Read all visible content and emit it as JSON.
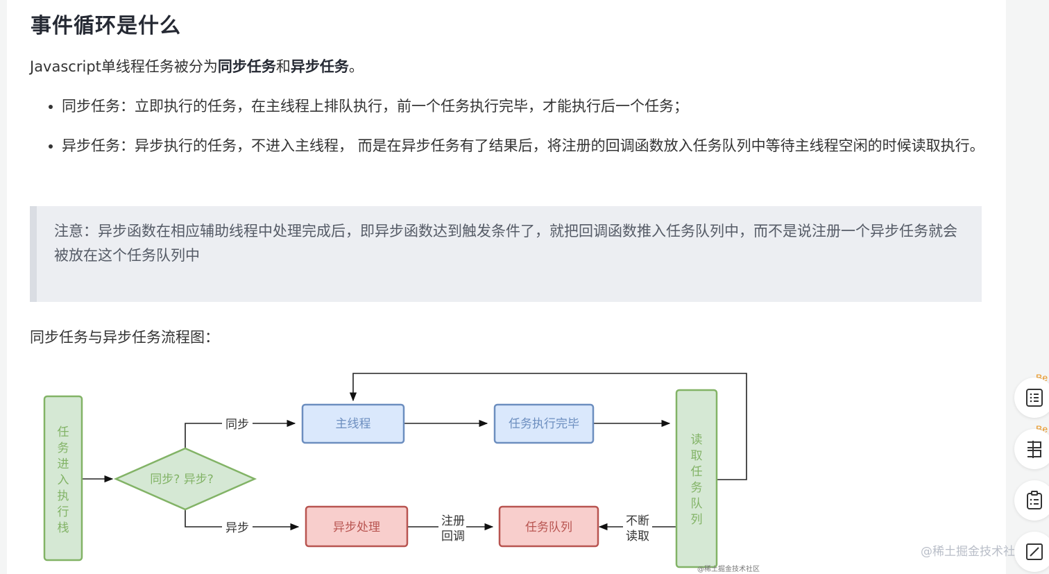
{
  "article": {
    "heading": "事件循环是什么",
    "intro": {
      "prefix": "Javascript单线程任务被分为",
      "bold1": "同步任务",
      "middle": "和",
      "bold2": "异步任务",
      "suffix": "。"
    },
    "bullets": [
      "同步任务：立即执行的任务，在主线程上排队执行，前一个任务执行完毕，才能执行后一个任务；",
      "异步任务：异步执行的任务，不进入主线程， 而是在异步任务有了结果后，将注册的回调函数放入任务队列中等待主线程空闲的时候读取执行。"
    ],
    "note": "注意：异步函数在相应辅助线程中处理完成后，即异步函数达到触发条件了，就把回调函数推入任务队列中，而不是说注册一个异步任务就会被放在这个任务队列中",
    "flow_caption": "同步任务与异步任务流程图："
  },
  "diagram": {
    "enter_stack": [
      "任",
      "务",
      "进",
      "入",
      "执",
      "行",
      "栈"
    ],
    "decision": "同步? 异步?",
    "sync_label": "同步",
    "async_label": "异步",
    "main_thread": "主线程",
    "task_done": "任务执行完毕",
    "async_process": "异步处理",
    "register_callback": [
      "注册",
      "回调"
    ],
    "task_queue": "任务队列",
    "keep_reading": [
      "不断",
      "读取"
    ],
    "read_queue": [
      "读",
      "取",
      "任",
      "务",
      "队",
      "列"
    ],
    "image_watermark": "@稀土掘金技术社区",
    "colors": {
      "green_fill": "#d5e8d4",
      "green_stroke": "#82b366",
      "blue_fill": "#dae8fc",
      "blue_stroke": "#6c8ebf",
      "red_fill": "#f8cecc",
      "red_stroke": "#b85450"
    }
  },
  "watermark": "@稀土掘金技术社区",
  "sidebar": {
    "tag1": "Be",
    "tag2": "Be",
    "icons": [
      "list-outline-icon",
      "split-layout-icon",
      "clipboard-icon",
      "edit-note-icon"
    ]
  }
}
